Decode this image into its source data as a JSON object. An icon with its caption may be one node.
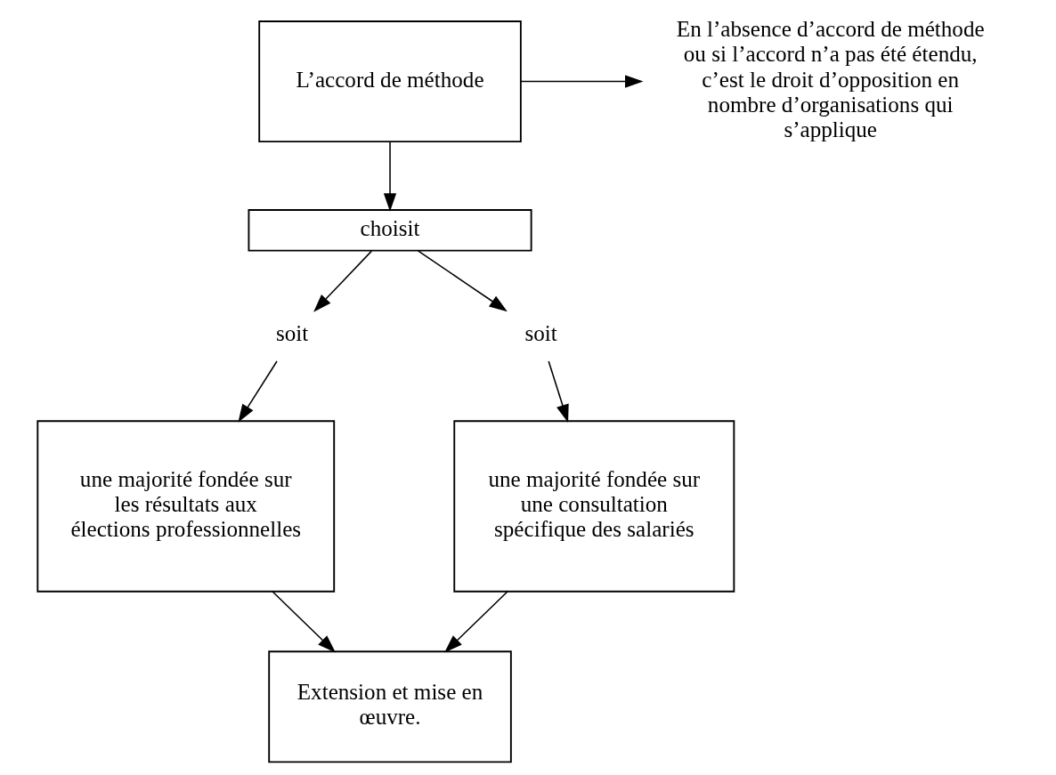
{
  "diagram": {
    "nodes": [
      {
        "text": [
          "L’accord de méthode"
        ]
      },
      {
        "text": [
          "En l’absence d’accord de méthode ou si l’accord n’a pas été étendu, c’est le droit d’opposition en nombre d’organisations qui s’applique"
        ]
      },
      {
        "text": [
          "choisit"
        ]
      },
      {
        "text": [
          "soit"
        ]
      },
      {
        "text": [
          "soit"
        ]
      },
      {
        "text": [
          "une majorité fondée sur les résultats aux élections professionnelles"
        ]
      },
      {
        "text": [
          "une majorité fondée sur une consultation spécifique des salariés"
        ]
      },
      {
        "text": [
          "Extension et mise en œuvre."
        ]
      }
    ],
    "edges": [
      {
        "from": 0,
        "to": 1,
        "arrow": "to"
      },
      {
        "from": 0,
        "to": 2,
        "arrow": "to"
      },
      {
        "from": 2,
        "to": 3,
        "arrow": "to"
      },
      {
        "from": 2,
        "to": 4,
        "arrow": "to"
      },
      {
        "from": 3,
        "to": 5,
        "arrow": "to"
      },
      {
        "from": 4,
        "to": 6,
        "arrow": "to"
      },
      {
        "from": 5,
        "to": 7,
        "arrow": "to"
      },
      {
        "from": 6,
        "to": 7,
        "arrow": "to"
      }
    ]
  }
}
